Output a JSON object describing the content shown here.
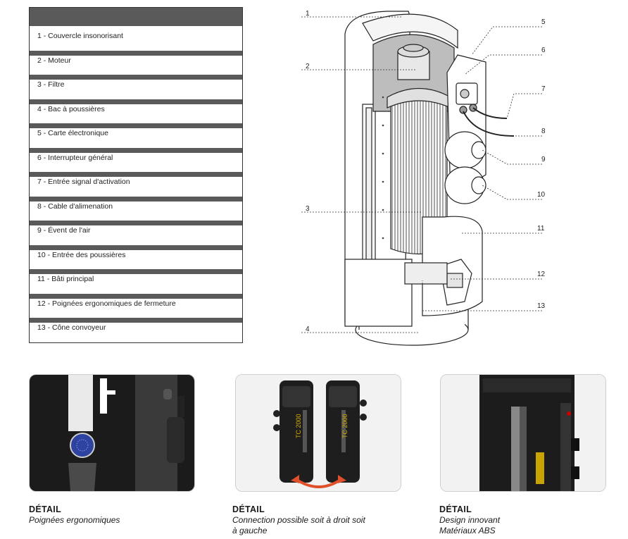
{
  "legend": {
    "items": [
      "1 - Couvercle insonorisant",
      "2 - Moteur",
      "3 - Filtre",
      "4 - Bac à poussières",
      "5 - Carte électronique",
      "6 - Interrupteur général",
      "7 - Entrée signal d'activation",
      "8 - Cable d'alimenation",
      "9 - Évent de l'air",
      "10 - Entrée des poussières",
      "11 - Bâti principal",
      "12 - Poignées ergonomiques de fermeture",
      "13 - Cône convoyeur"
    ]
  },
  "diagram": {
    "callouts": [
      "1",
      "2",
      "3",
      "4",
      "5",
      "6",
      "7",
      "8",
      "9",
      "10",
      "11",
      "12",
      "13"
    ]
  },
  "details": [
    {
      "title": "DÉTAIL",
      "subtitle_lines": [
        "Poignées ergonomiques"
      ]
    },
    {
      "title": "DÉTAIL",
      "subtitle_lines": [
        "Connection possible soit à droit soit",
        "à gauche"
      ],
      "product_text": [
        "TC 2000",
        "TC 2000"
      ]
    },
    {
      "title": "DÉTAIL",
      "subtitle_lines": [
        "Design innovant",
        "Matériaux ABS"
      ]
    }
  ],
  "colors": {
    "legend_bar": "#5a5a5a",
    "arrow": "#e0502a",
    "product_dark": "#1e1e1e"
  }
}
